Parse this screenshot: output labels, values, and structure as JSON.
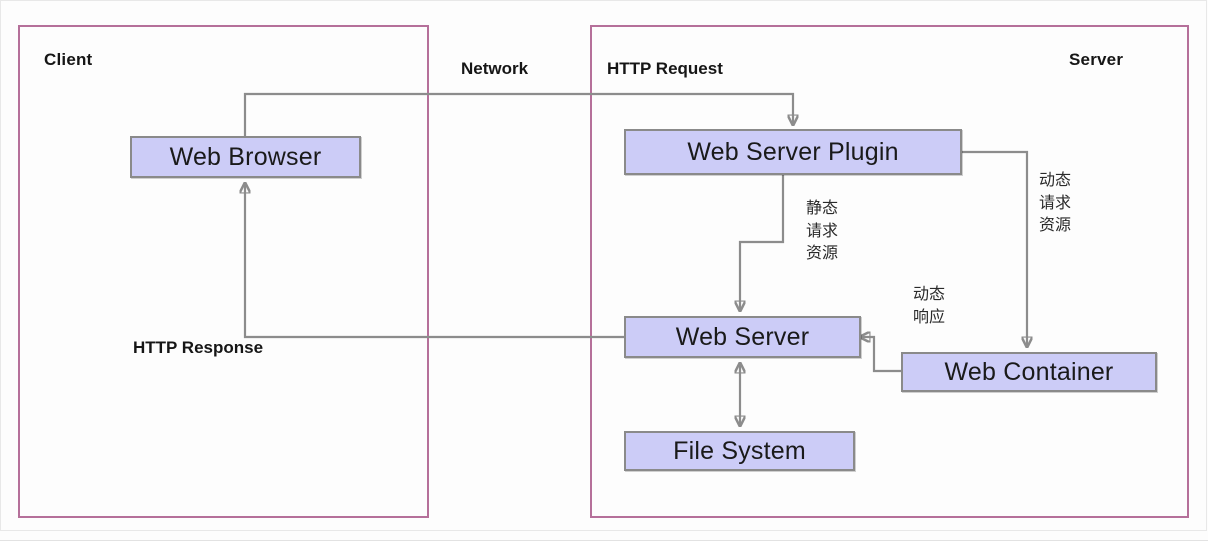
{
  "diagram": {
    "title": "Web Server Architecture",
    "colors": {
      "zone_border": "#b5709a",
      "node_fill": "#ccccf7",
      "node_border": "#8a8a8a",
      "wire": "#8c8c8c",
      "background": "#fdfdfd",
      "text": "#161616"
    },
    "zones": [
      {
        "id": "client",
        "label": "Client"
      },
      {
        "id": "server",
        "label": "Server"
      }
    ],
    "nodes": [
      {
        "id": "web-browser",
        "label": "Web Browser"
      },
      {
        "id": "web-server-plugin",
        "label": "Web Server Plugin"
      },
      {
        "id": "web-server",
        "label": "Web Server"
      },
      {
        "id": "web-container",
        "label": "Web Container"
      },
      {
        "id": "file-system",
        "label": "File System"
      }
    ],
    "flow_labels": [
      {
        "id": "network",
        "label": "Network"
      },
      {
        "id": "http-request",
        "label": "HTTP Request"
      },
      {
        "id": "http-response",
        "label": "HTTP Response"
      }
    ],
    "cjk_labels": [
      {
        "id": "static-request-resource",
        "label": "静态\n请求\n资源"
      },
      {
        "id": "dynamic-request-resource",
        "label": "动态\n请求\n资源"
      },
      {
        "id": "dynamic-response",
        "label": "动态\n响应"
      }
    ],
    "edges": [
      {
        "id": "browser-to-plugin",
        "from": "web-browser",
        "to": "web-server-plugin",
        "label": "HTTP Request"
      },
      {
        "id": "plugin-to-web-server",
        "from": "web-server-plugin",
        "to": "web-server",
        "label": "静态请求资源"
      },
      {
        "id": "plugin-to-web-container",
        "from": "web-server-plugin",
        "to": "web-container",
        "label": "动态请求资源"
      },
      {
        "id": "container-to-web-server",
        "from": "web-container",
        "to": "web-server",
        "label": "动态响应"
      },
      {
        "id": "web-server-to-browser",
        "from": "web-server",
        "to": "web-browser",
        "label": "HTTP Response"
      },
      {
        "id": "web-server-to-filesystem",
        "from": "web-server",
        "to": "file-system",
        "label": ""
      }
    ]
  }
}
